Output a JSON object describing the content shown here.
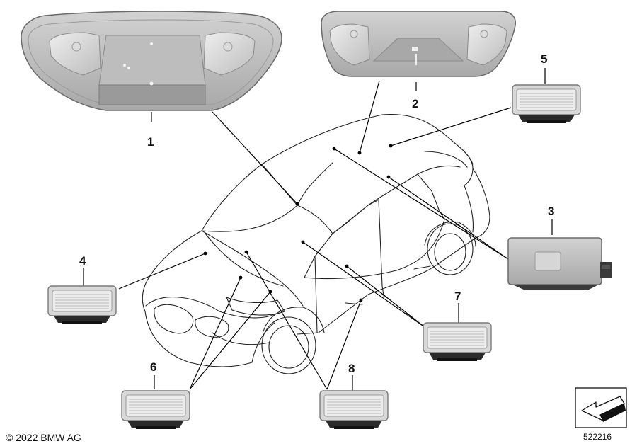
{
  "callouts": [
    "1",
    "2",
    "3",
    "4",
    "5",
    "6",
    "7",
    "8"
  ],
  "footer": {
    "copyright": "© 2022 BMW AG",
    "doc_number": "522216"
  },
  "icons": {
    "nav_arrow": "arrow-down-left-icon"
  },
  "colors": {
    "part_fill": "#b7b7b7",
    "part_dark": "#8e8e8e",
    "line": "#000000"
  }
}
